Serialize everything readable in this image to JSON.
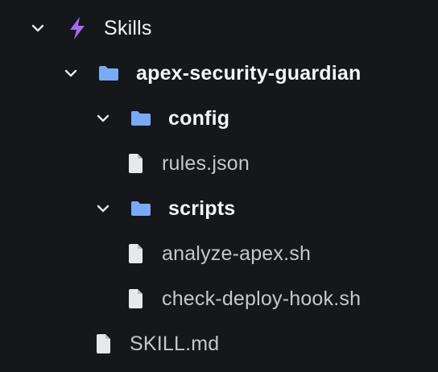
{
  "colors": {
    "background": "#15171b",
    "folder_icon": "#7aa9f7",
    "file_icon": "#e6e8eb",
    "skills_icon": "#a36bf0",
    "chevron": "#e6e8eb",
    "folder_label": "#f4f5f7",
    "file_label": "#c4c7cc"
  },
  "tree": {
    "root": {
      "label": "Skills",
      "icon": "lightning-bolt-icon",
      "expanded": true
    },
    "apex_folder": {
      "label": "apex-security-guardian",
      "icon": "folder-icon",
      "expanded": true
    },
    "config_folder": {
      "label": "config",
      "icon": "folder-icon",
      "expanded": true
    },
    "rules_file": {
      "label": "rules.json",
      "icon": "file-icon"
    },
    "scripts_folder": {
      "label": "scripts",
      "icon": "folder-icon",
      "expanded": true
    },
    "analyze_file": {
      "label": "analyze-apex.sh",
      "icon": "file-icon"
    },
    "deploy_hook_file": {
      "label": "check-deploy-hook.sh",
      "icon": "file-icon"
    },
    "skill_md_file": {
      "label": "SKILL.md",
      "icon": "file-icon"
    }
  }
}
